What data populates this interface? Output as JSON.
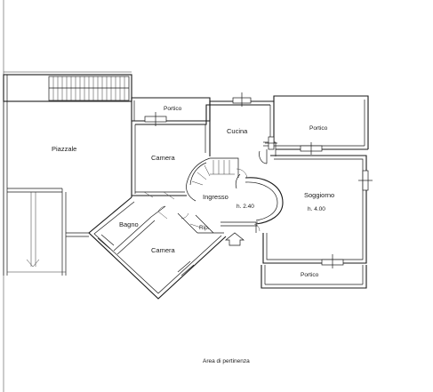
{
  "rooms": {
    "piazzale": "Piazzale",
    "portico_top_left": "Portico",
    "cucina": "Cucina",
    "portico_top_right": "Portico",
    "camera_upper": "Camera",
    "ingresso": "Ingresso",
    "ingresso_height": "h. 2.40",
    "soggiorno": "Soggiorno",
    "soggiorno_height": "h. 4.00",
    "bagno": "Bagno",
    "rip": "Rip.",
    "camera_lower": "Camera",
    "portico_bottom": "Portico"
  },
  "caption": "Area di pertinenza"
}
